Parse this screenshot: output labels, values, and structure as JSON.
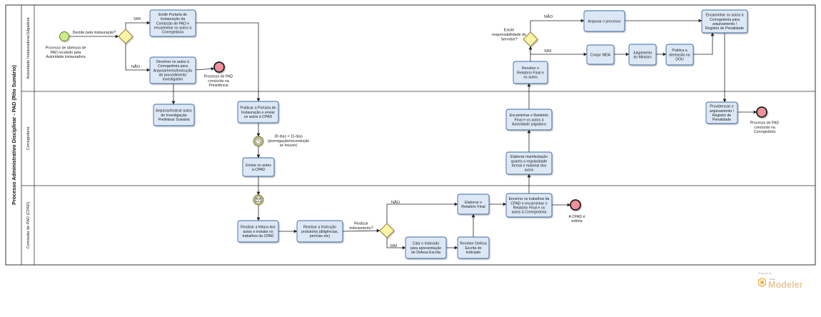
{
  "pool": {
    "title": "Processo Administrativo Disciplinar - PAD (Rito Sumário)"
  },
  "lanes": [
    {
      "id": "lane-autoridade",
      "label": "Autoridade Instauradora/Julgadora"
    },
    {
      "id": "lane-corregedoria",
      "label": "Corregedoria"
    },
    {
      "id": "lane-cpad",
      "label": "Comissão de PAD (CPAD)"
    }
  ],
  "tasks": {
    "emitir_portaria": [
      "Emitir Portaria de",
      "Instauração da",
      "Comissão de PAD e",
      "encaminhar os autos à",
      "Corregedoria"
    ],
    "devolver_autos": [
      "Devolver os autos à",
      "Corregedoria para",
      "Arquivamento/Instrução",
      "de procedimento",
      "investigativo"
    ],
    "arquivar_instruir": [
      "Arquivar/Instruir autos",
      "de Investigação",
      "Preliminar Sumária"
    ],
    "publicar_portaria": [
      "Publicar a Portaria de",
      "Instauração e enviar",
      "os autos à CPAD"
    ],
    "enviar_autos": [
      "Enviar os autos",
      "à CPAD"
    ],
    "realizar_leitura": [
      "Realizar a leitura dos",
      "autos e instalar os",
      "trabalhos da CPAD"
    ],
    "realizar_instrucao": [
      "Realizar a Instrução",
      "probatória (diligências,",
      "perícias etc)"
    ],
    "citar_indiciado": [
      "Citar o Indiciado",
      "para apresentação",
      "de Defesa Escrita"
    ],
    "receber_defesa": [
      "Receber Defesa",
      "Escrita do",
      "Indiciado"
    ],
    "elaborar_relatorio": [
      "Elaborar o",
      "Relatório Final"
    ],
    "encerrar_trabalhos": [
      "Encerrar os trabalhos da",
      "CPAD e encaminhar o",
      "Relatório Final e os",
      "autos à Corregedoria"
    ],
    "elaborar_manifestacao": [
      "Elaborar manifestação",
      "quanto a regularidade",
      "formal e material dos",
      "autos"
    ],
    "encaminhar_relatorio": [
      "Encaminhar o Relatório",
      "Final e os autos à",
      "Autoridade julgadora"
    ],
    "receber_relatorio": [
      "Receber o",
      "Relatório Final e",
      "os autos"
    ],
    "arquivar_processo": [
      "Arquivar o processo"
    ],
    "conjur_mda": [
      "Conjur MDA"
    ],
    "julgamento": [
      "Julgamento",
      "do Ministro"
    ],
    "publica_demissao": [
      "Publica a",
      "demissão no",
      "DOU"
    ],
    "encaminhar_arquivamento": [
      "Encaminhar os autos à",
      "Corregedoria para",
      "arquivamento /",
      "Registro de Penalidade"
    ],
    "providenciar_arquivamento": [
      "Providenciar o",
      "arquivamento /",
      "Registro de",
      "Penalidade"
    ]
  },
  "events": {
    "start": [
      "Processo de abertura de",
      "PAD recebido pela",
      "Autoridade instauradora"
    ],
    "end_presidencia": [
      "Processo de PAD",
      "concluído na",
      "Presidência"
    ],
    "timer": [
      "30 dias + 15 dias",
      "(prorrogação/recondução",
      "se houver)"
    ],
    "end_cpad": [
      "A CPAD é",
      "extinta"
    ],
    "end_corregedoria": [
      "Processo de PAD",
      "concluído na",
      "Corregedoria"
    ]
  },
  "gateways": {
    "instauracao": "Decide pela instauração?",
    "indiciamento": [
      "Realizar",
      "indiciamento?"
    ],
    "responsabilidade": [
      "Existe",
      "responsabilidade do",
      "Servidor?"
    ]
  },
  "flow_labels": {
    "sim": "SIM",
    "nao": "NÃO"
  },
  "brand": {
    "powered_by": "Powered by",
    "vendor": "bizagi",
    "product": "Modeler"
  },
  "colors": {
    "task_fill": "#dde8f6",
    "task_stroke": "#3a6aa6",
    "start_fill": "#cdeb8b",
    "end_fill": "#f0909a",
    "gateway_fill": "#fbf3a6",
    "timer_fill": "#eef0bf",
    "lane_stroke": "#333333",
    "brand_orange": "#f0b34a",
    "brand_name": "#e8c89a"
  }
}
